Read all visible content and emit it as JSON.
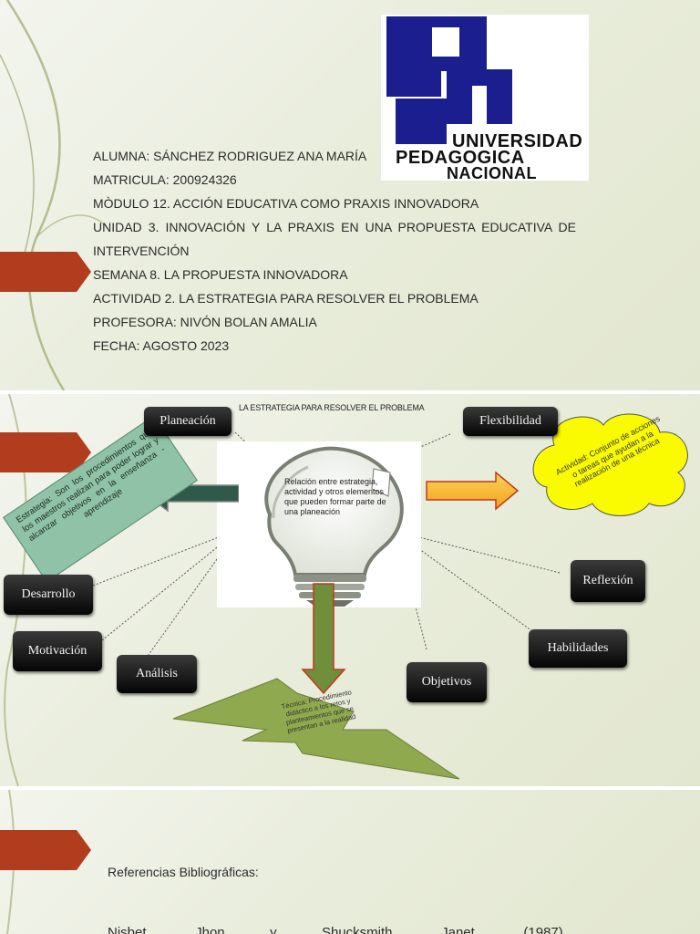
{
  "slide1": {
    "lines": [
      "ALUMNA: SÁNCHEZ RODRIGUEZ ANA MARÍA",
      "MATRICULA: 200924326",
      "MÒDULO 12. ACCIÓN EDUCATIVA COMO PRAXIS INNOVADORA",
      "UNIDAD 3. INNOVACIÓN Y LA PRAXIS EN UNA PROPUESTA EDUCATIVA DE INTERVENCIÓN",
      "SEMANA 8. LA PROPUESTA INNOVADORA",
      "ACTIVIDAD 2. LA ESTRATEGIA PARA RESOLVER EL PROBLEMA",
      "PROFESORA: NIVÓN BOLAN AMALIA",
      "FECHA: AGOSTO 2023"
    ],
    "logo": {
      "line1": "UNIVERSIDAD",
      "line2": "PEDAGOGICA",
      "line3": "NACIONAL",
      "brand_color": "#1b1e8f"
    }
  },
  "slide2": {
    "title": "LA ESTRATEGIA PARA RESOLVER EL PROBLEMA",
    "lamp_text": "Relación entre estrategia, actividad y otros elementos que pueden formar parte de una planeación",
    "estrategia_text": "Estrategia: Son los procedimientos que los maestros realizan para poder lograr y alcanzar objetivos en la enseñanza - aprendizaje",
    "actividad_text": "Actividad: Conjunto de acciones o tareas que ayudan a la realización de una técnica",
    "tecnica_text": "Técnica: Procedimiento didáctico a los retos y planteamientos que se presentan a la realidad",
    "labels": {
      "planeacion": "Planeación",
      "flexibilidad": "Flexibilidad",
      "desarrollo": "Desarrollo",
      "motivacion": "Motivación",
      "analisis": "Análisis",
      "objetivos": "Objetivos",
      "habilidades": "Habilidades",
      "reflexion": "Reflexión"
    },
    "colors": {
      "left_arrow": "#2f5a4a",
      "right_arrow": "#f6b72a",
      "down_arrow": "#6f8f3a",
      "cloud": "#fafa00",
      "bolt": "#8fa94e",
      "green_box": "#8fc2a6"
    }
  },
  "slide3": {
    "heading": "Referencias Bibliográficas:",
    "ref_words": [
      "Nisbet,",
      "Jhon",
      "y",
      "Shucksmith,",
      "Janet.",
      "(1987)."
    ]
  },
  "accent_color": "#b23c1e"
}
